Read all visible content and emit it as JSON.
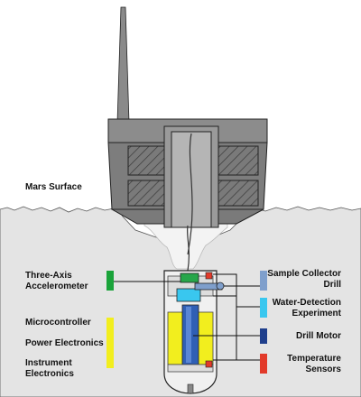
{
  "labels": {
    "mars_surface": "Mars Surface",
    "three_axis_accelerometer": "Three-Axis\nAccelerometer",
    "microcontroller": "Microcontroller",
    "power_electronics": "Power Electronics",
    "instrument_electronics": "Instrument\nElectronics",
    "sample_collector_drill": "Sample Collector\nDrill",
    "water_detection_experiment": "Water-Detection\nExperiment",
    "drill_motor": "Drill Motor",
    "temperature_sensors": "Temperature\nSensors"
  },
  "colors": {
    "accelerometer": "#1aa33a",
    "electronics": "#f2ee1e",
    "sample_collector_drill": "#7f9fcc",
    "water_detection": "#39c7ef",
    "drill_motor": "#1f3f8c",
    "temperature_sensors": "#e23a2a",
    "soil": "#e4e4e4",
    "aeroshell": "#8a8a8a"
  }
}
